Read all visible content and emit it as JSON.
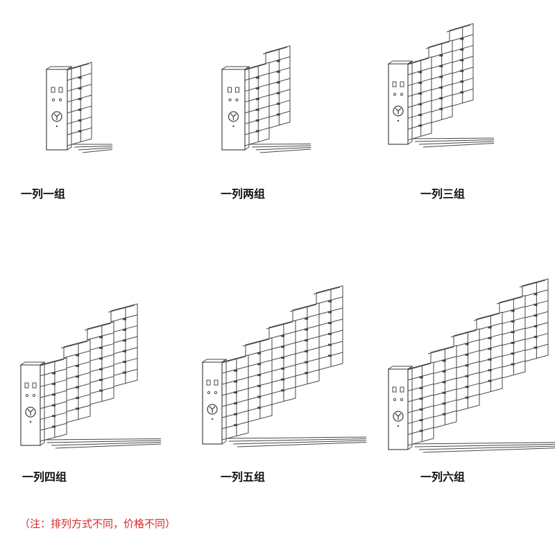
{
  "line_color": "#444444",
  "note_color": "#d8262b",
  "items": [
    {
      "caption": "一列一组",
      "groups": 1
    },
    {
      "caption": "一列两组",
      "groups": 2
    },
    {
      "caption": "一列三组",
      "groups": 3
    },
    {
      "caption": "一列四组",
      "groups": 4
    },
    {
      "caption": "一列五组",
      "groups": 5
    },
    {
      "caption": "一列六组",
      "groups": 6
    }
  ],
  "note": "（注：排列方式不同，价格不同）"
}
